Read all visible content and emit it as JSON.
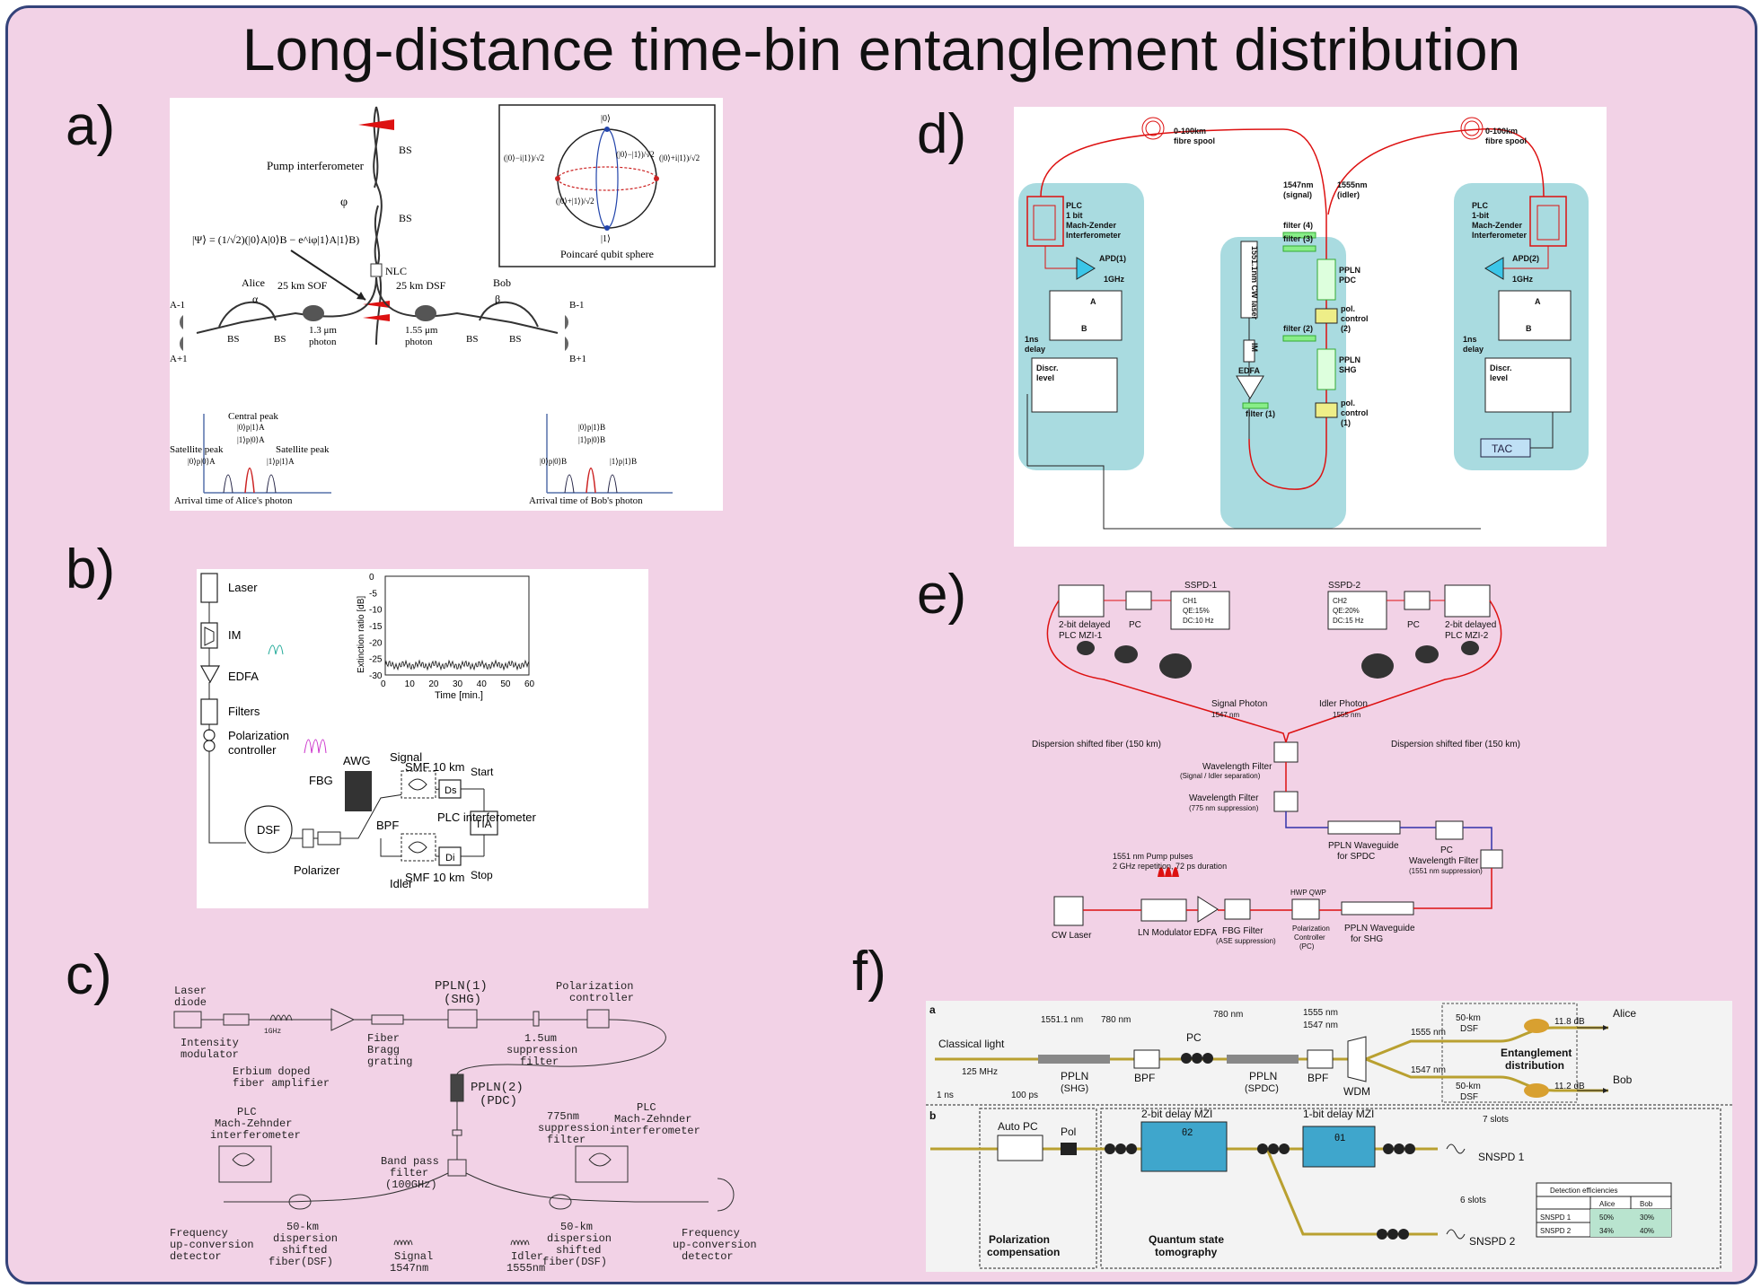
{
  "title": "Long-distance time-bin entanglement distribution",
  "panel_labels": {
    "a": "a)",
    "b": "b)",
    "c": "c)",
    "d": "d)",
    "e": "e)",
    "f": "f)"
  },
  "a": {
    "pump_interferometer": "Pump interferometer",
    "bs_top": "BS",
    "bs_mid": "BS",
    "phi": "φ",
    "state": "|Ψ⟩ = (1/√2)(|0⟩A|0⟩B − e^iφ|1⟩A|1⟩B)",
    "nlc": "NLC",
    "alice": "Alice",
    "bob": "Bob",
    "alpha": "α",
    "beta": "β",
    "sof": "25 km SOF",
    "dsf": "25 km DSF",
    "photon_13": "1.3 μm",
    "photon_155": "1.55 μm",
    "photon": "photon",
    "bs": "BS",
    "a_minus": "A-1",
    "a_plus": "A+1",
    "b_minus": "B-1",
    "b_plus": "B+1",
    "sphere_caption": "Poincaré qubit sphere",
    "sphere_top": "|0⟩",
    "sphere_bottom": "|1⟩",
    "sphere_left": "(|0⟩−i|1⟩)/√2",
    "sphere_right": "(|0⟩+i|1⟩)/√2",
    "sphere_front": "(|0⟩+|1⟩)/√2",
    "sphere_back": "(|0⟩−|1⟩)/√2",
    "central_peak": "Central peak",
    "satellite_peak_l": "Satellite peak",
    "satellite_peak_r": "Satellite peak",
    "alice_arrival": "Arrival time of Alice's photon",
    "bob_arrival": "Arrival time of Bob's photon",
    "ket_a1": "|0⟩p|1⟩A",
    "ket_a2": "|1⟩p|0⟩A",
    "ket_a3": "|0⟩p|0⟩A",
    "ket_a4": "|1⟩p|1⟩A",
    "ket_b1": "|0⟩p|1⟩B",
    "ket_b2": "|1⟩p|0⟩B",
    "ket_b3": "|0⟩p|0⟩B",
    "ket_b4": "|1⟩p|1⟩B"
  },
  "b": {
    "laser": "Laser",
    "im": "IM",
    "edfa": "EDFA",
    "filters": "Filters",
    "pol_ctrl_1": "Polarization",
    "pol_ctrl_2": "controller",
    "dsf": "DSF",
    "fbg": "FBG",
    "polarizer": "Polarizer",
    "awg": "AWG",
    "bpf": "BPF",
    "signal": "Signal",
    "idler": "Idler",
    "smf_top": "SMF 10 km",
    "smf_bottom": "SMF 10 km",
    "plc": "PLC interferometer",
    "ds": "Ds",
    "di": "Di",
    "tia": "TIA",
    "start": "Start",
    "stop": "Stop",
    "plot_ylabel": "Extinction ratio [dB]",
    "plot_xlabel": "Time [min.]",
    "yticks": [
      "0",
      "-5",
      "-10",
      "-15",
      "-20",
      "-25",
      "-30"
    ],
    "xticks": [
      "0",
      "10",
      "20",
      "30",
      "40",
      "50",
      "60"
    ]
  },
  "c": {
    "laser_diode_1": "Laser",
    "laser_diode_2": "diode",
    "ghz": "1GHz",
    "intensity_mod_1": "Intensity",
    "intensity_mod_2": "modulator",
    "edfa_1": "Erbium doped",
    "edfa_2": "fiber amplifier",
    "fbg_1": "Fiber",
    "fbg_2": "Bragg",
    "fbg_3": "grating",
    "ppln1_1": "PPLN(1)",
    "ppln1_2": "(SHG)",
    "pol_ctrl_1": "Polarization",
    "pol_ctrl_2": "controller",
    "supp_1": "1.5um",
    "supp_2": "suppression",
    "supp_3": "filter",
    "ppln2_1": "PPLN(2)",
    "ppln2_2": "(PDC)",
    "supp775_1": "775nm",
    "supp775_2": "suppression",
    "supp775_3": "filter",
    "bpf_1": "Band pass",
    "bpf_2": "filter",
    "bpf_3": "(100GHz)",
    "plc_l_1": "PLC",
    "plc_l_2": "Mach-Zehnder",
    "plc_l_3": "interferometer",
    "plc_r_1": "PLC",
    "plc_r_2": "Mach-Zehnder",
    "plc_r_3": "interferometer",
    "fud_l_1": "Frequency",
    "fud_l_2": "up-conversion",
    "fud_l_3": "detector",
    "fud_r_1": "Frequency",
    "fud_r_2": "up-conversion",
    "fud_r_3": "detector",
    "dsf_l_1": "50-km",
    "dsf_l_2": "dispersion",
    "dsf_l_3": "shifted",
    "dsf_l_4": "fiber(DSF)",
    "dsf_r_1": "50-km",
    "dsf_r_2": "dispersion",
    "dsf_r_3": "shifted",
    "dsf_r_4": "fiber(DSF)",
    "signal_1": "Signal",
    "signal_2": "1547nm",
    "idler_1": "Idler",
    "idler_2": "1555nm"
  },
  "d": {
    "spool_l_1": "0-100km",
    "spool_l_2": "fibre spool",
    "spool_r_1": "0-100km",
    "spool_r_2": "fibre spool",
    "sig_1": "1547nm",
    "sig_2": "(signal)",
    "idl_1": "1555nm",
    "idl_2": "(idler)",
    "plc_l_1": "PLC",
    "plc_l_2": "1 bit",
    "plc_l_3": "Mach-Zender",
    "plc_l_4": "Interferometer",
    "plc_r_1": "PLC",
    "plc_r_2": "1-bit",
    "plc_r_3": "Mach-Zender",
    "plc_r_4": "Interferometer",
    "apd1": "APD(1)",
    "apd2": "APD(2)",
    "ghz_l": "1GHz",
    "ghz_r": "1GHz",
    "a_l": "A",
    "b_l": "B",
    "a_r": "A",
    "b_r": "B",
    "delay_l_1": "1ns",
    "delay_l_2": "delay",
    "delay_r_1": "1ns",
    "delay_r_2": "delay",
    "discr_l_1": "Discr.",
    "discr_l_2": "level",
    "discr_r_1": "Discr.",
    "discr_r_2": "level",
    "laser": "1551.1nm CW laser",
    "im": "IM",
    "edfa": "EDFA",
    "filter1": "filter (1)",
    "filter2": "filter (2)",
    "filter3": "filter (3)",
    "filter4": "filter (4)",
    "ppln_pdc_1": "PPLN",
    "ppln_pdc_2": "PDC",
    "ppln_shg_1": "PPLN",
    "ppln_shg_2": "SHG",
    "pol2_1": "pol.",
    "pol2_2": "control",
    "pol2_3": "(2)",
    "pol1_1": "pol.",
    "pol1_2": "control",
    "pol1_3": "(1)",
    "tac": "TAC"
  },
  "e": {
    "sspd1": "SSPD-1",
    "sspd2": "SSPD-2",
    "ch1_1": "CH1",
    "ch1_2": "QE:15%",
    "ch1_3": "DC:10 Hz",
    "ch2_1": "CH2",
    "ch2_2": "QE:20%",
    "ch2_3": "DC:15 Hz",
    "mzi1_1": "2-bit delayed",
    "mzi1_2": "PLC MZI-1",
    "mzi2_1": "2-bit delayed",
    "mzi2_2": "PLC MZI-2",
    "pc": "PC",
    "signal_photon_1": "Signal Photon",
    "signal_photon_2": "1547 nm",
    "idler_photon_1": "Idler Photon",
    "idler_photon_2": "1555 nm",
    "dsf_l": "Dispersion shifted fiber (150 km)",
    "dsf_r": "Dispersion shifted fiber (150 km)",
    "wf1_1": "Wavelength Filter",
    "wf1_2": "(Signal / Idler separation)",
    "wf2_1": "Wavelength Filter",
    "wf2_2": "(775 nm suppression)",
    "ppln_spdc_1": "PPLN Waveguide",
    "ppln_spdc_2": "for SPDC",
    "wf3_1": "Wavelength Filter",
    "wf3_2": "(1551 nm suppression)",
    "pump_1": "1551 nm Pump pulses",
    "pump_2": "2 GHz repetition, 72 ps duration",
    "cw": "CW Laser",
    "ln": "LN Modulator",
    "edfa": "EDFA",
    "fbg_1": "FBG Filter",
    "fbg_2": "(ASE suppression)",
    "hwp": "HWP QWP",
    "polc_1": "Polarization",
    "polc_2": "Controller",
    "polc_3": "(PC)",
    "ppln_shg_1": "PPLN Waveguide",
    "ppln_shg_2": "for SHG"
  },
  "f": {
    "a": "a",
    "b": "b",
    "classical": "Classical light",
    "w1551": "1551.1 nm",
    "w780a": "780 nm",
    "w780b": "780 nm",
    "w1555": "1555 nm",
    "w1547": "1547 nm",
    "w1555b": "1555 nm",
    "w1547b": "1547 nm",
    "pc": "PC",
    "ppln_shg_1": "PPLN",
    "ppln_shg_2": "(SHG)",
    "ppln_spdc_1": "PPLN",
    "ppln_spdc_2": "(SPDC)",
    "bpf1": "BPF",
    "bpf2": "BPF",
    "wdm": "WDM",
    "mhz": "125 MHz",
    "ns": "1 ns",
    "ps": "100 ps",
    "dsf_top_1": "50-km",
    "dsf_top_2": "DSF",
    "dsf_bot_1": "50-km",
    "dsf_bot_2": "DSF",
    "db_top": "11.8 dB",
    "db_bot": "11.2 dB",
    "ent_1": "Entanglement",
    "ent_2": "distribution",
    "alice": "Alice",
    "bob": "Bob",
    "auto_pc": "Auto PC",
    "pol": "Pol",
    "polcomp_1": "Polarization",
    "polcomp_2": "compensation",
    "mzi2": "2-bit delay MZI",
    "mzi1": "1-bit delay MZI",
    "theta2": "θ2",
    "theta1": "θ1",
    "qst_1": "Quantum state",
    "qst_2": "tomography",
    "slots7": "7 slots",
    "slots6": "6 slots",
    "snspd1": "SNSPD 1",
    "snspd2": "SNSPD 2",
    "det_title": "Detection efficiencies",
    "det_header": [
      "",
      "Alice",
      "Bob"
    ],
    "det_rows": [
      [
        "SNSPD 1",
        "50%",
        "30%"
      ],
      [
        "SNSPD 2",
        "34%",
        "40%"
      ]
    ]
  }
}
